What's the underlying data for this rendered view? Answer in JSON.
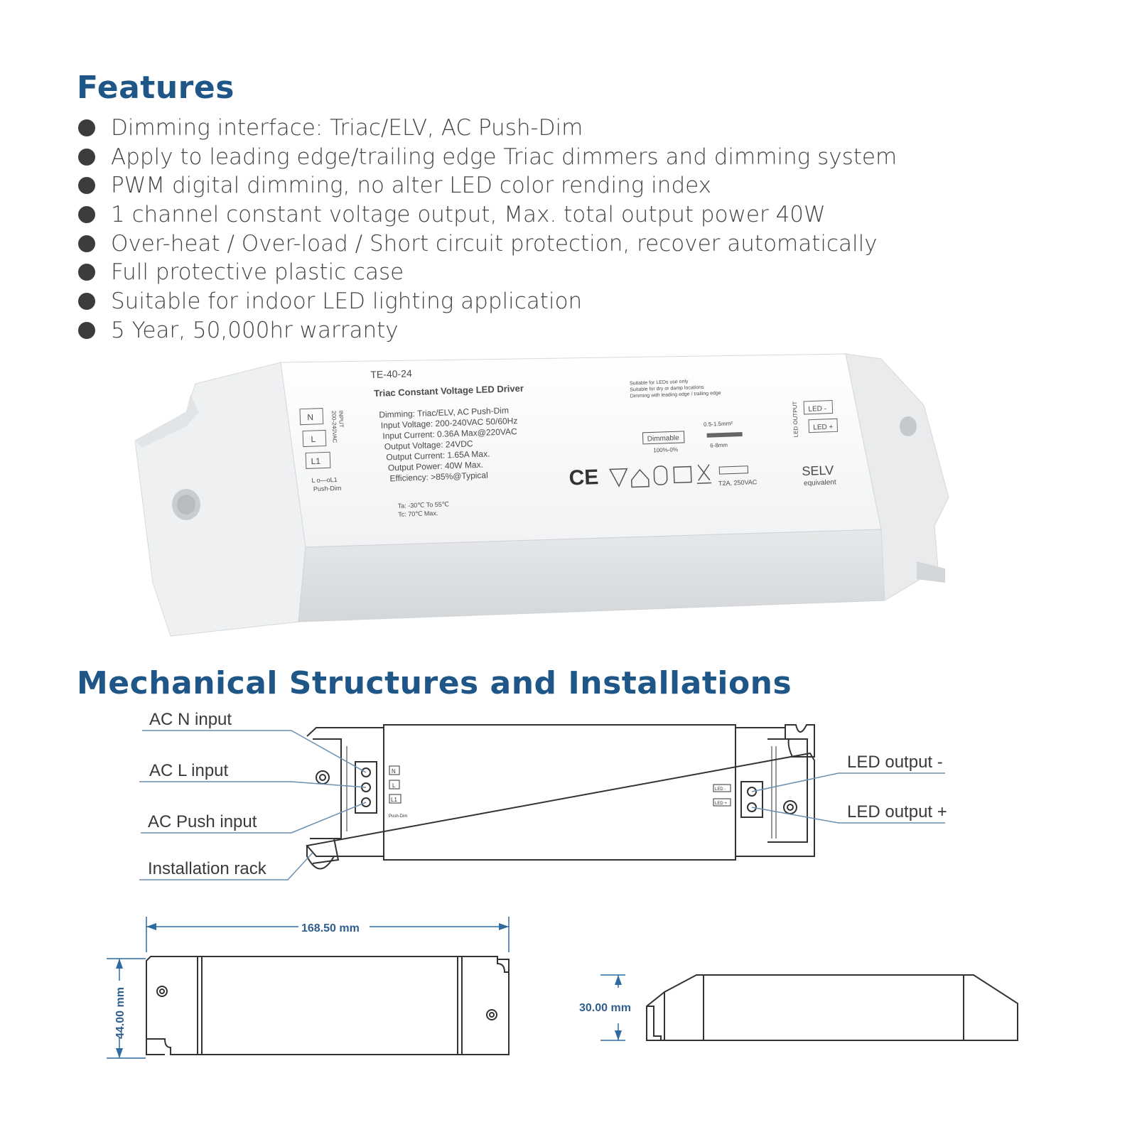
{
  "features": {
    "title": "Features",
    "items": [
      "Dimming interface: Triac/ELV, AC Push-Dim",
      "Apply to leading edge/trailing edge Triac dimmers and dimming system",
      "PWM digital dimming, no alter LED color rending index",
      "1 channel constant voltage output, Max. total output power 40W",
      "Over-heat / Over-load / Short circuit protection, recover automatically",
      "Full protective plastic case",
      "Suitable for indoor LED lighting application",
      "5 Year, 50,000hr warranty"
    ]
  },
  "product": {
    "model": "TE-40-24",
    "name": "Triac Constant Voltage LED Driver",
    "specs": [
      "Dimming: Triac/ELV, AC Push-Dim",
      "Input Voltage: 200-240VAC  50/60Hz",
      "Input Current: 0.36A Max@220VAC",
      "Output Voltage: 24VDC",
      "Output Current: 1.65A Max.",
      "Output Power: 40W Max.",
      "Efficiency: >85%@Typical"
    ],
    "temps": [
      "Ta: -30℃ To 55℃",
      "Tc: 70℃ Max."
    ],
    "notes": [
      "Suitable for LEDs use only",
      "Suitable for dry or damp locations",
      "Dimming with leading edge / trailing edge"
    ],
    "input_terminals": [
      "N",
      "L",
      "L1"
    ],
    "input_label": "INPUT",
    "input_voltage": "200-240VAC",
    "push_dim_wiring": "L o—oL1",
    "push_dim": "Push-Dim",
    "output_label": "LED OUTPUT",
    "output_terminals": [
      "LED -",
      "LED +"
    ],
    "dimmable_badge": "Dimmable",
    "dimmable_range": "100%-0%",
    "wire_size": "0.5-1.5mm²",
    "strip_length": "6-8mm",
    "ce_mark": "CE",
    "fuse": "T2A, 250VAC",
    "selv": "SELV",
    "selv_sub": "equivalent"
  },
  "mechanical": {
    "title": "Mechanical Structures and Installations",
    "callouts": {
      "ac_n": "AC N input",
      "ac_l": "AC L input",
      "ac_push": "AC Push input",
      "rack": "Installation rack",
      "led_minus": "LED output -",
      "led_plus": "LED output +"
    },
    "dimensions": {
      "length": "168.50 mm",
      "width": "44.00 mm",
      "height": "30.00 mm"
    }
  }
}
